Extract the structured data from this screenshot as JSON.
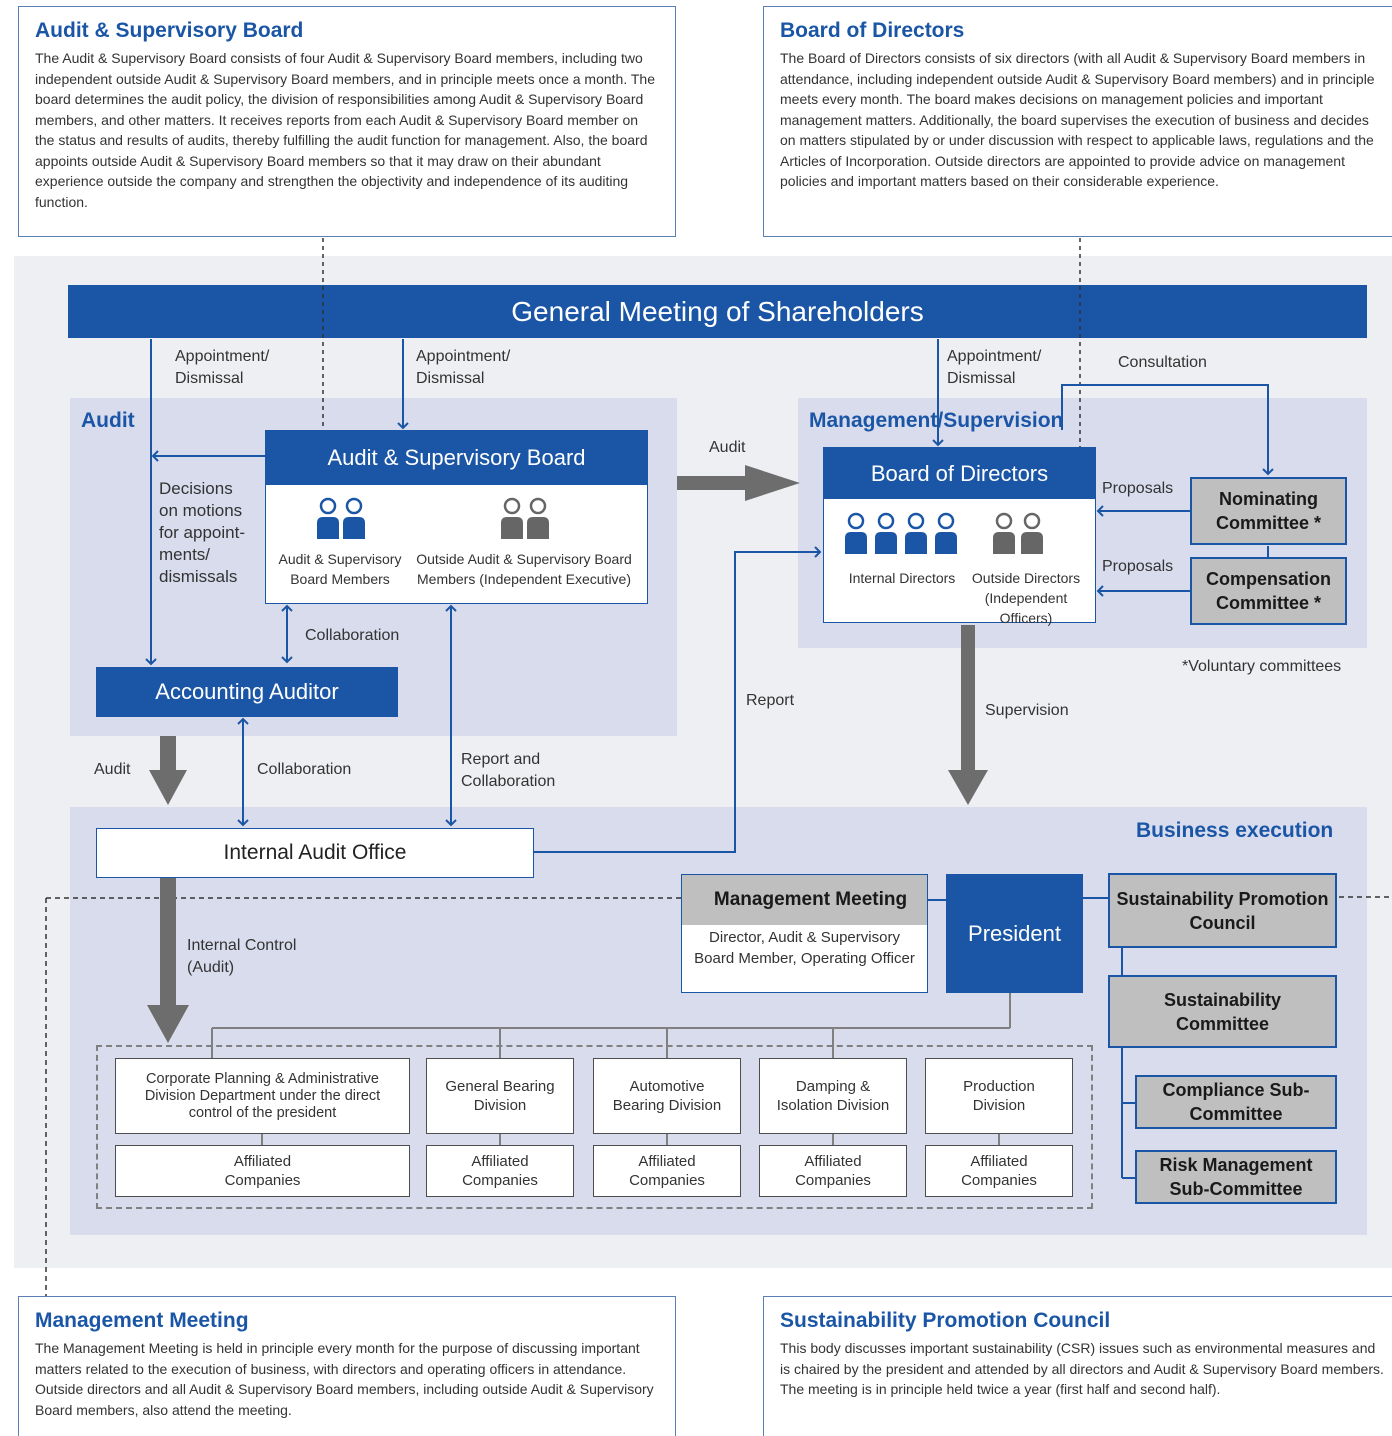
{
  "desc_audit_board": {
    "title": "Audit & Supervisory Board",
    "text": "The Audit & Supervisory Board consists of four Audit & Supervisory Board members, including two independent outside Audit & Supervisory Board members, and in principle meets once a month. The board determines the audit policy, the division of responsibilities among Audit & Supervisory Board members, and other matters. It receives reports from each Audit & Supervisory Board member on the status and results of audits, thereby fulfilling the audit function for management. Also, the board appoints outside Audit & Supervisory Board members so that it may draw on their abundant experience outside the company and strengthen the objectivity and independence of its auditing function."
  },
  "desc_board_directors": {
    "title": "Board of Directors",
    "text": "The Board of Directors consists of six directors (with all Audit & Supervisory Board members in attendance, including independent outside Audit & Supervisory Board members) and in principle meets every month. The board makes decisions on management policies and important management matters. Additionally, the board supervises the execution of business and decides on matters stipulated by or under discussion with respect to applicable laws, regulations and the Articles of Incorporation. Outside directors are appointed to provide advice on management policies and important matters based on their considerable experience."
  },
  "desc_management_meeting": {
    "title": "Management Meeting",
    "text": "The Management Meeting is held in principle every month for the purpose of discussing important matters related to the execution of business, with directors and operating officers in attendance. Outside directors and all Audit & Supervisory Board members, including outside Audit & Supervisory Board members, also attend the meeting."
  },
  "desc_sustainability": {
    "title": "Sustainability Promotion Council",
    "text": "This body discusses important sustainability (CSR) issues such as environmental measures and is chaired by the president and attended by all directors and Audit & Supervisory Board members. The meeting is in principle held twice a year (first half and second half)."
  },
  "diagram": {
    "gms": "General Meeting of Shareholders",
    "zone_audit": "Audit",
    "zone_management": "Management/Supervision",
    "zone_business": "Business execution",
    "asb_title": "Audit & Supervisory Board",
    "asb_members": "Audit & Supervisory Board Members",
    "asb_outside": "Outside Audit & Supervisory Board Members (Independent Executive)",
    "accounting_auditor": "Accounting Auditor",
    "bod_title": "Board of Directors",
    "internal_directors": "Internal Directors",
    "outside_directors": "Outside Directors (Independent Officers)",
    "nominating": "Nominating Committee *",
    "compensation": "Compensation Committee *",
    "voluntary_note": "*Voluntary committees",
    "internal_audit_office": "Internal Audit Office",
    "management_meeting": "Management Meeting",
    "management_meeting_members": "Director, Audit & Supervisory Board Member, Operating Officer",
    "president": "President",
    "spc": "Sustainability Promotion Council",
    "sustainability_committee": "Sustainability Committee",
    "compliance": "Compliance Sub-Committee",
    "risk": "Risk Management Sub-Committee",
    "divisions": [
      "Corporate Planning & Administrative Division Department under the direct control of the president",
      "General Bearing Division",
      "Automotive Bearing Division",
      "Damping & Isolation Division",
      "Production Division"
    ],
    "affiliated": "Affiliated Companies"
  },
  "labels": {
    "appointment_1": "Appointment/ Dismissal",
    "appointment_2": "Appointment/ Dismissal",
    "appointment_3": "Appointment/ Dismissal",
    "consultation": "Consultation",
    "decisions": "Decisions on motions for appoint- ments/ dismissals",
    "audit_arrow": "Audit",
    "collaboration_1": "Collaboration",
    "collaboration_2": "Collaboration",
    "report": "Report",
    "report_collab": "Report and Collaboration",
    "supervision": "Supervision",
    "proposals_1": "Proposals",
    "proposals_2": "Proposals",
    "audit_left": "Audit",
    "internal_control": "Internal Control (Audit)"
  },
  "colors": {
    "brand_blue": "#1b56a6",
    "zone_fill": "#d8dced",
    "background": "#eeeff2",
    "committee_gray": "#bfbfbf",
    "arrow_gray": "#6d6d6d"
  }
}
